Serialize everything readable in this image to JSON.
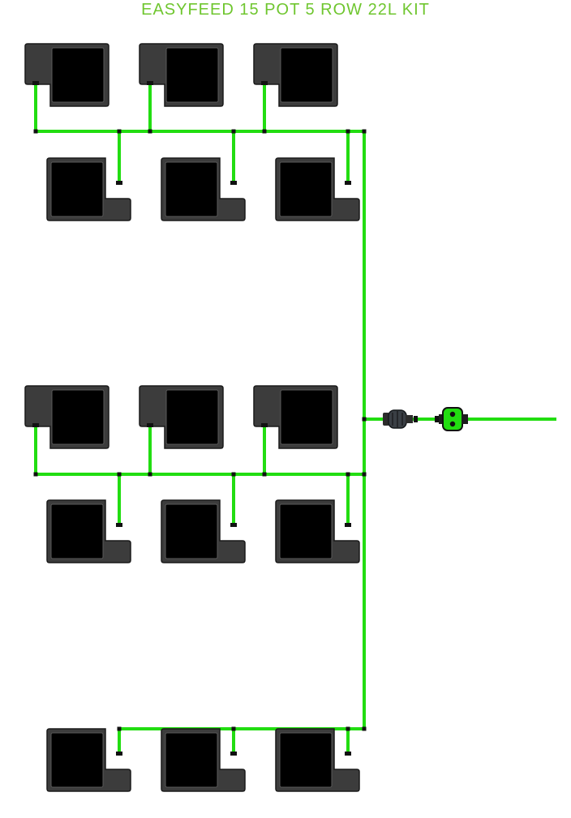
{
  "title": "EASYFEED 15 POT 5 ROW 22L KIT",
  "colors": {
    "title": "#6fc62f",
    "pipe": "#22dd11",
    "pot_outer": "#3c3c3c",
    "pot_inner": "#000000",
    "pot_border": "#1a1a1a",
    "fitting": "#111111"
  },
  "layout": {
    "pots_total": 15,
    "pot_groups": [
      {
        "name": "row-group-1",
        "rows": 2,
        "pots_per_row": 3
      },
      {
        "name": "row-group-2",
        "rows": 2,
        "pots_per_row": 3
      },
      {
        "name": "row-group-3",
        "rows": 1,
        "pots_per_row": 3
      }
    ]
  },
  "icons": {
    "filter": "inline-filter-icon",
    "valve": "tap-connector-valve-icon"
  }
}
